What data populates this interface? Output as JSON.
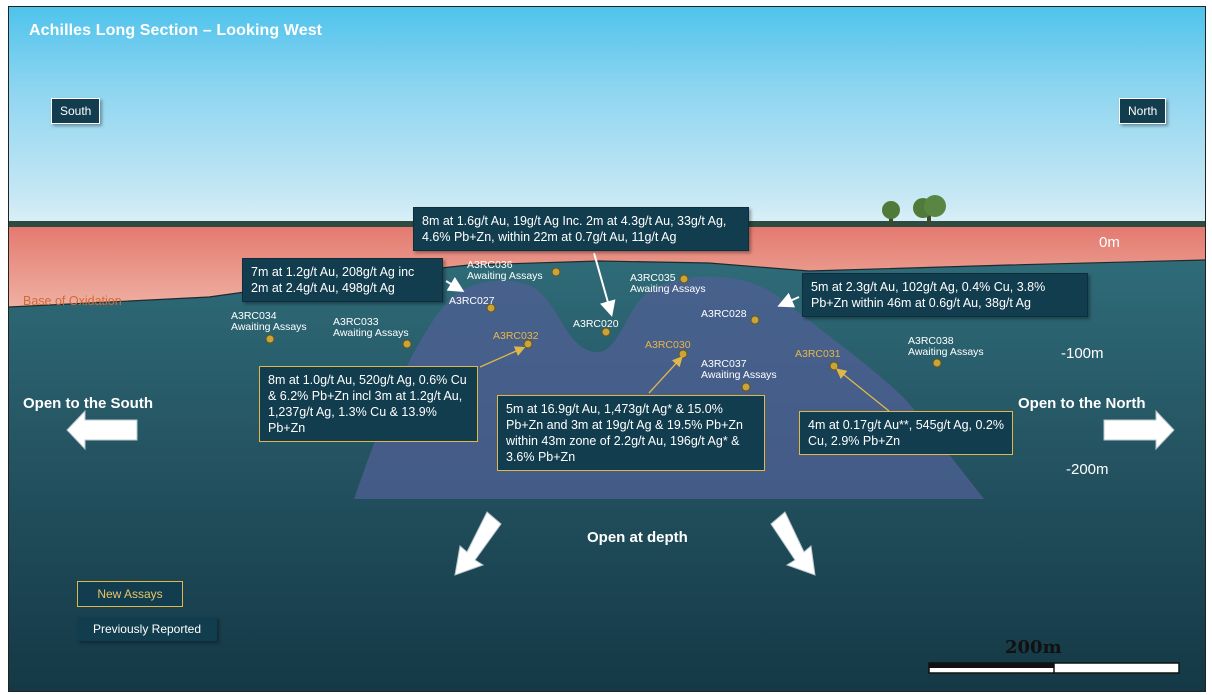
{
  "title": "Achilles Long Section – Looking West",
  "directions": {
    "south": "South",
    "north": "North"
  },
  "depth_labels": [
    "0m",
    "-100m",
    "-200m"
  ],
  "base_of_oxidation": "Base of Oxidation",
  "open_labels": {
    "south": "Open to the South",
    "north": "Open to the North",
    "depth": "Open at depth"
  },
  "callouts": [
    {
      "text": "8m at 1.6g/t Au, 19g/t Ag Inc. 2m at 4.3g/t Au, 33g/t Ag, 4.6% Pb+Zn, within 22m at 0.7g/t Au, 11g/t Ag",
      "type": "previous"
    },
    {
      "text": "7m at 1.2g/t Au, 208g/t Ag inc 2m at 2.4g/t Au, 498g/t Ag",
      "type": "previous"
    },
    {
      "text": "5m at 2.3g/t Au, 102g/t Ag, 0.4% Cu, 3.8% Pb+Zn within 46m at 0.6g/t Au, 38g/t Ag",
      "type": "previous"
    },
    {
      "text": "8m at 1.0g/t Au, 520g/t Ag, 0.6% Cu & 6.2% Pb+Zn incl 3m at 1.2g/t Au, 1,237g/t Ag, 1.3% Cu & 13.9% Pb+Zn",
      "type": "new"
    },
    {
      "text": "5m at 16.9g/t Au, 1,473g/t Ag* & 15.0% Pb+Zn and 3m at 19g/t Ag & 19.5% Pb+Zn within 43m zone of 2.2g/t Au, 196g/t Ag* & 3.6% Pb+Zn",
      "type": "new"
    },
    {
      "text": "4m at 0.17g/t Au**, 545g/t Ag, 0.2% Cu, 2.9% Pb+Zn",
      "type": "new"
    }
  ],
  "drillholes": [
    {
      "id": "A3RC034",
      "note": "Awaiting Assays",
      "type": "previous"
    },
    {
      "id": "A3RC033",
      "note": "Awaiting Assays",
      "type": "previous"
    },
    {
      "id": "A3RC036",
      "note": "Awaiting Assays",
      "type": "previous"
    },
    {
      "id": "A3RC027",
      "note": "",
      "type": "previous"
    },
    {
      "id": "A3RC032",
      "note": "",
      "type": "new"
    },
    {
      "id": "A3RC020",
      "note": "",
      "type": "previous"
    },
    {
      "id": "A3RC035",
      "note": "Awaiting Assays",
      "type": "previous"
    },
    {
      "id": "A3RC030",
      "note": "",
      "type": "new"
    },
    {
      "id": "A3RC028",
      "note": "",
      "type": "previous"
    },
    {
      "id": "A3RC037",
      "note": "Awaiting Assays",
      "type": "previous"
    },
    {
      "id": "A3RC031",
      "note": "",
      "type": "new"
    },
    {
      "id": "A3RC038",
      "note": "Awaiting Assays",
      "type": "previous"
    }
  ],
  "legend": {
    "new": "New Assays",
    "previous": "Previously Reported"
  },
  "scale": "200m",
  "colors": {
    "sky_top": "#4fc3ec",
    "weathered_zone": "#e89a8e",
    "fresh_rock": "#2a5f6c",
    "mineralised_envelope": "#4a5e8e",
    "new_assays": "#e0b84a",
    "label_box": "#123d4e",
    "oxidation_label": "#d06a3a"
  }
}
